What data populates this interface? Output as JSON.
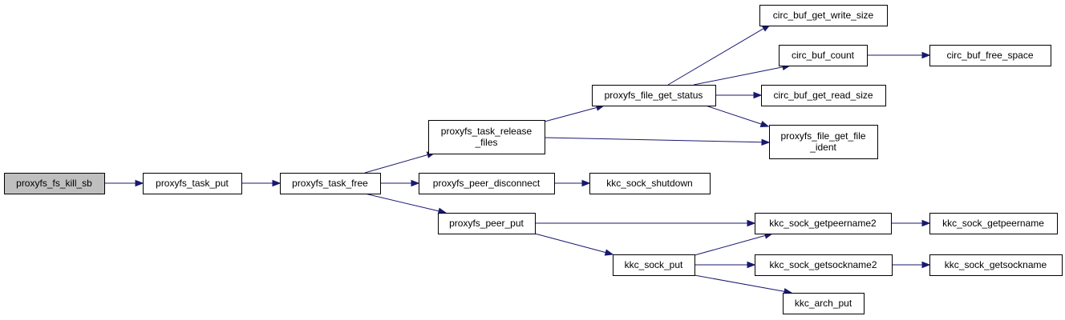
{
  "nodes": [
    {
      "id": "kill_sb",
      "lines": [
        "proxyfs_fs_kill_sb"
      ],
      "root": true
    },
    {
      "id": "task_put",
      "lines": [
        "proxyfs_task_put"
      ]
    },
    {
      "id": "task_free",
      "lines": [
        "proxyfs_task_free"
      ]
    },
    {
      "id": "task_release_files",
      "lines": [
        "proxyfs_task_release",
        "_files"
      ]
    },
    {
      "id": "peer_disconnect",
      "lines": [
        "proxyfs_peer_disconnect"
      ]
    },
    {
      "id": "peer_put",
      "lines": [
        "proxyfs_peer_put"
      ]
    },
    {
      "id": "file_get_status",
      "lines": [
        "proxyfs_file_get_status"
      ]
    },
    {
      "id": "sock_shutdown",
      "lines": [
        "kkc_sock_shutdown"
      ]
    },
    {
      "id": "sock_put",
      "lines": [
        "kkc_sock_put"
      ]
    },
    {
      "id": "get_write_size",
      "lines": [
        "circ_buf_get_write_size"
      ]
    },
    {
      "id": "buf_count",
      "lines": [
        "circ_buf_count"
      ]
    },
    {
      "id": "get_read_size",
      "lines": [
        "circ_buf_get_read_size"
      ]
    },
    {
      "id": "file_ident",
      "lines": [
        "proxyfs_file_get_file",
        "_ident"
      ]
    },
    {
      "id": "getpeername2",
      "lines": [
        "kkc_sock_getpeername2"
      ]
    },
    {
      "id": "getsockname2",
      "lines": [
        "kkc_sock_getsockname2"
      ]
    },
    {
      "id": "arch_put",
      "lines": [
        "kkc_arch_put"
      ]
    },
    {
      "id": "free_space",
      "lines": [
        "circ_buf_free_space"
      ]
    },
    {
      "id": "getpeername",
      "lines": [
        "kkc_sock_getpeername"
      ]
    },
    {
      "id": "getsockname",
      "lines": [
        "kkc_sock_getsockname"
      ]
    }
  ],
  "edges": [
    [
      "kill_sb",
      "task_put"
    ],
    [
      "task_put",
      "task_free"
    ],
    [
      "task_free",
      "task_release_files"
    ],
    [
      "task_free",
      "peer_disconnect"
    ],
    [
      "task_free",
      "peer_put"
    ],
    [
      "task_release_files",
      "file_get_status"
    ],
    [
      "task_release_files",
      "file_ident"
    ],
    [
      "file_get_status",
      "get_write_size"
    ],
    [
      "file_get_status",
      "buf_count"
    ],
    [
      "file_get_status",
      "get_read_size"
    ],
    [
      "file_get_status",
      "file_ident"
    ],
    [
      "buf_count",
      "free_space"
    ],
    [
      "peer_disconnect",
      "sock_shutdown"
    ],
    [
      "peer_put",
      "getpeername2"
    ],
    [
      "peer_put",
      "sock_put"
    ],
    [
      "sock_put",
      "getpeername2"
    ],
    [
      "sock_put",
      "getsockname2"
    ],
    [
      "sock_put",
      "arch_put"
    ],
    [
      "getpeername2",
      "getpeername"
    ],
    [
      "getsockname2",
      "getsockname"
    ]
  ],
  "colors": {
    "edge": "#191970",
    "root_fill": "#bfbfbf",
    "node_fill": "#ffffff",
    "border": "#000000"
  }
}
